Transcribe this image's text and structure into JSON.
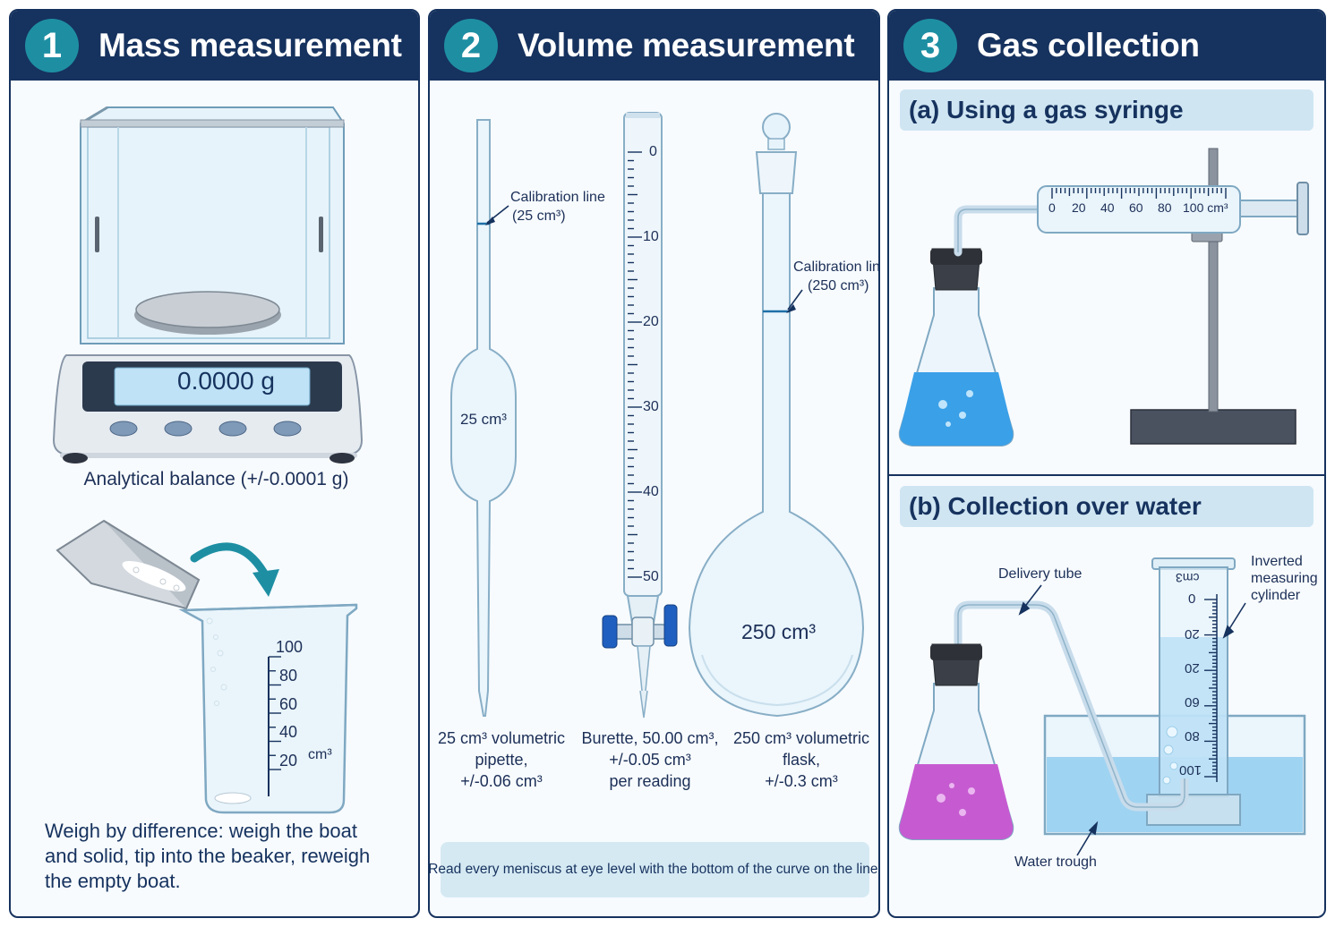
{
  "panels": [
    {
      "number": "1",
      "title": "Mass measurement",
      "balance_display": "0.0000 g",
      "balance_caption": "Analytical balance (+/-0.0001 g)",
      "beaker_marks": [
        "100",
        "80",
        "60",
        "40",
        "20"
      ],
      "beaker_unit": "cm³",
      "instruction": [
        "Weigh by difference: weigh the boat",
        "and solid, tip into the beaker, reweigh",
        "the empty boat."
      ]
    },
    {
      "number": "2",
      "title": "Volume measurement",
      "pipette": {
        "calibration_label": [
          "Calibration line",
          "(25 cm³)"
        ],
        "bulb_label": "25 cm³",
        "caption": [
          "25 cm³ volumetric",
          "pipette,",
          "+/-0.06 cm³"
        ]
      },
      "burette": {
        "scale": [
          "0",
          "10",
          "20",
          "30",
          "40",
          "50"
        ],
        "caption": [
          "Burette, 50.00 cm³,",
          "+/-0.05 cm³",
          "per reading"
        ]
      },
      "flask": {
        "calibration_label": [
          "Calibration line",
          "(250 cm³)"
        ],
        "body_label": "250 cm³",
        "caption": [
          "250 cm³ volumetric",
          "flask,",
          "+/-0.3 cm³"
        ]
      },
      "note": "Read every meniscus at eye level with the bottom of the curve on the line."
    },
    {
      "number": "3",
      "title": "Gas collection",
      "syringe_section": {
        "title": "(a)  Using a gas syringe",
        "scale": [
          "0",
          "20",
          "40",
          "60",
          "80",
          "100 cm³"
        ]
      },
      "water_section": {
        "title": "(b)  Collection over water",
        "delivery_tube_label": "Delivery tube",
        "cylinder_label": [
          "Inverted",
          "measuring",
          "cylinder"
        ],
        "trough_label": "Water trough",
        "cylinder_unit": "cm3",
        "cylinder_scale": [
          "0",
          "20",
          "20",
          "60",
          "80",
          "100"
        ]
      }
    }
  ],
  "colors": {
    "header": "#16325e",
    "badge": "#1e8fa3",
    "subbar": "#cfe5f2",
    "note_bg": "#d5e9f3",
    "blue_liquid": "#3aa0e8",
    "purple_liquid": "#c65bd1",
    "water": "#9fd3f2",
    "arrow": "#1e8fa3"
  }
}
